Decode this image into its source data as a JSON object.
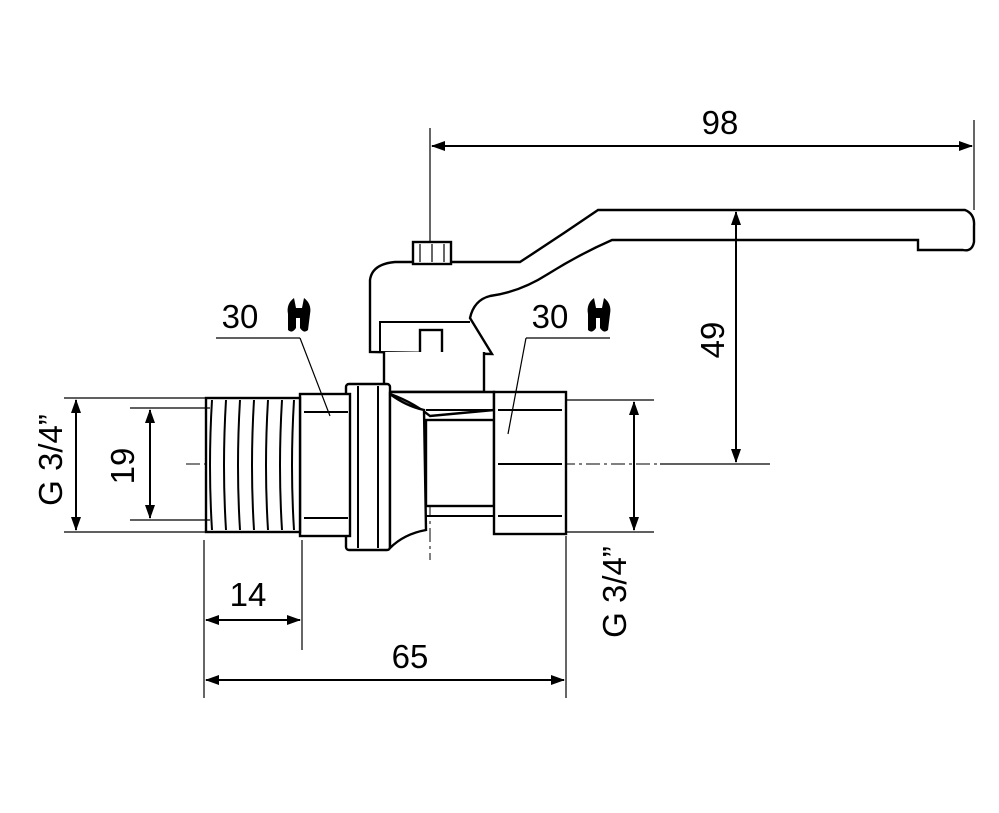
{
  "dimensions": {
    "handle_length": "98",
    "handle_height": "49",
    "thread_left": "G 3/4”",
    "thread_right": "G 3/4”",
    "thread_bore": "19",
    "thread_length": "14",
    "overall_length": "65",
    "wrench_left": "30",
    "wrench_right": "30"
  },
  "icons": {
    "wrench_left": "wrench-icon",
    "wrench_right": "wrench-icon"
  }
}
